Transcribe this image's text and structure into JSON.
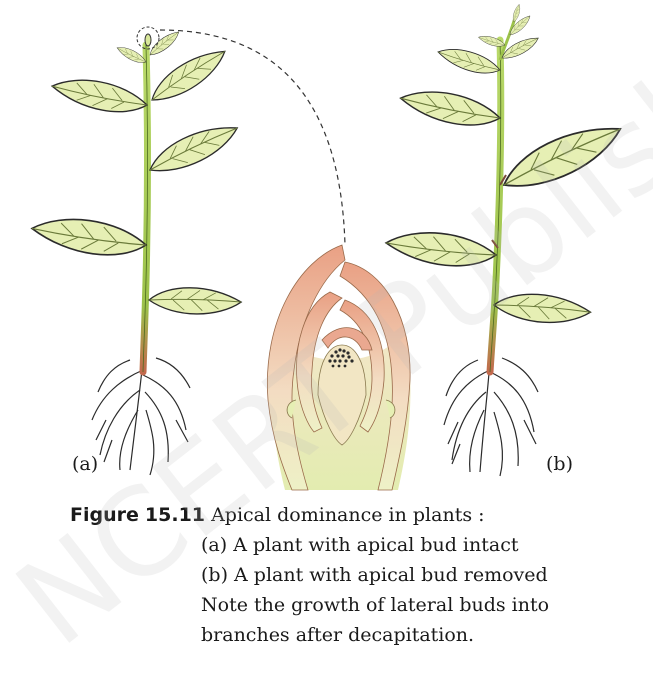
{
  "figure": {
    "label_a": "(a)",
    "label_b": "(b)",
    "caption": {
      "figure_word": "Figure",
      "figure_number": "15.11",
      "title": "Apical dominance in plants :",
      "line_a": "(a) A plant with apical bud intact",
      "line_b": "(b) A plant with apical bud removed",
      "note_line1": "Note the growth of lateral buds into",
      "note_line2": "branches after decapitation."
    }
  },
  "watermark": {
    "text": "NCERT Published"
  },
  "colors": {
    "leaf": "#e6efb4",
    "leaf_outline": "#2b2b2b",
    "stem": "#9fc64a",
    "root_top": "#c0674e",
    "bud_tissue": "#eef1c6",
    "bud_pink": "#e8a58a"
  }
}
